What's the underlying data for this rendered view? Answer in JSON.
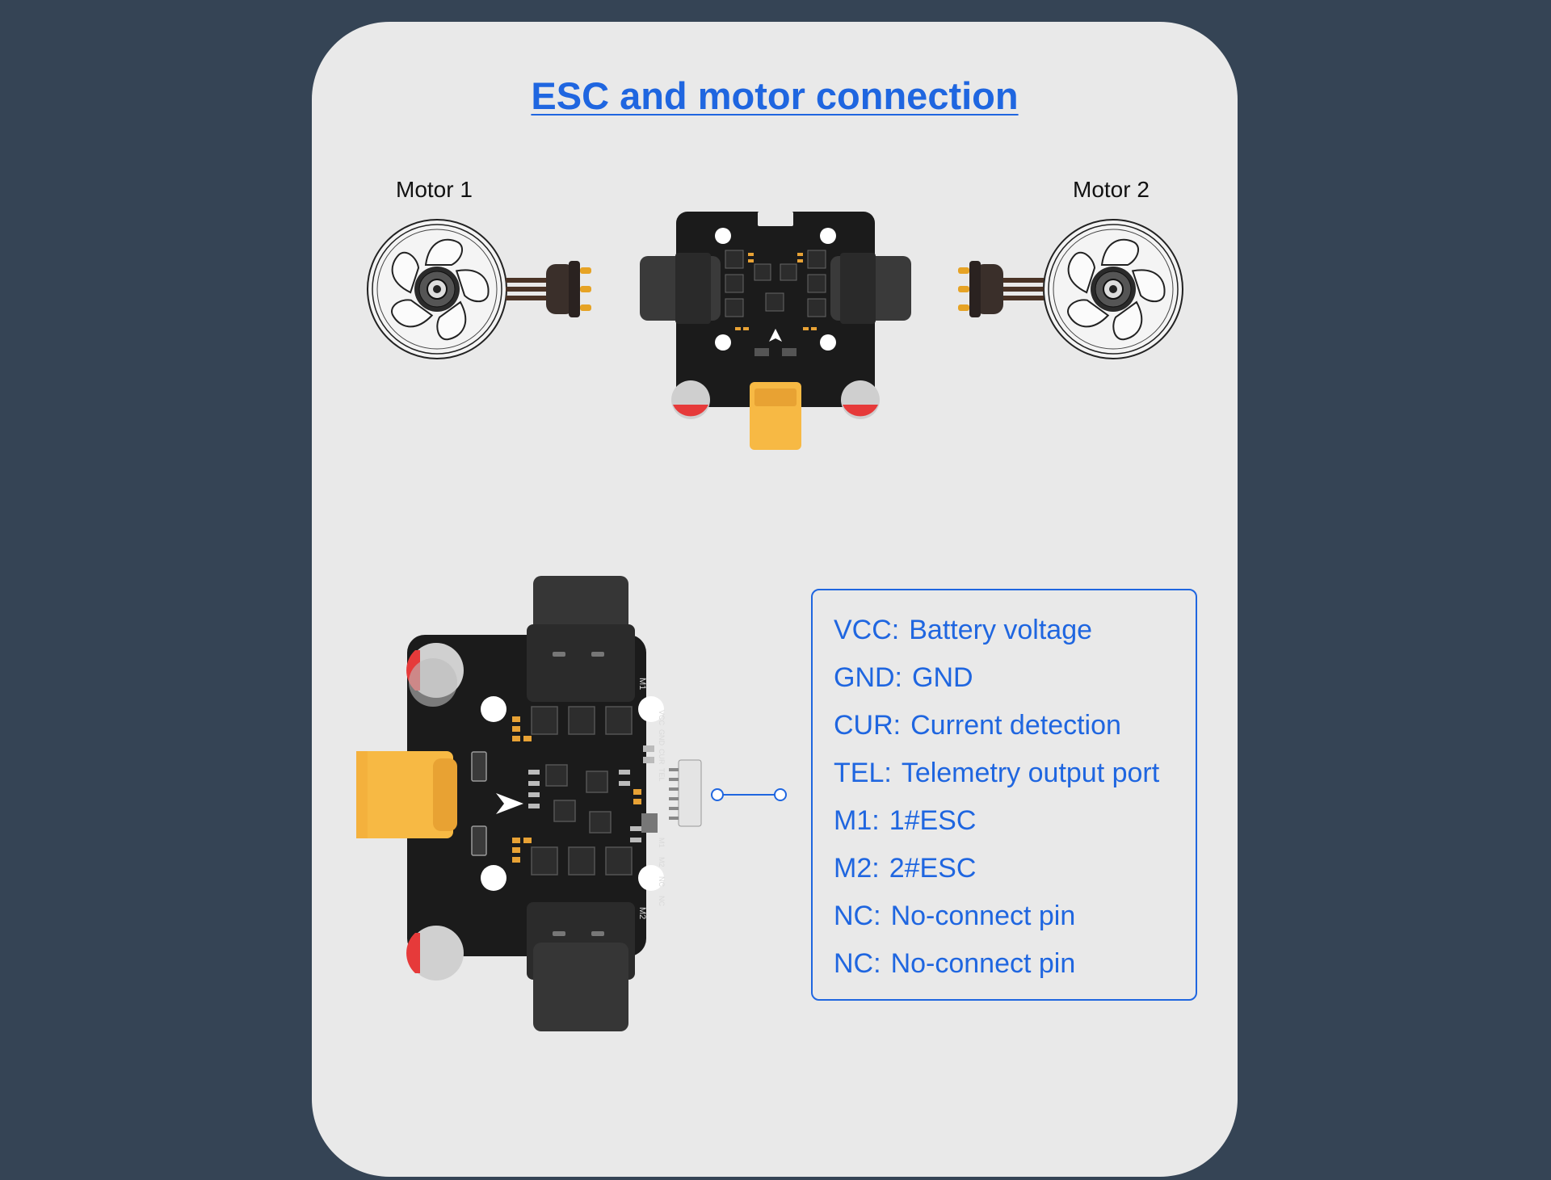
{
  "title": "ESC and motor connection",
  "motors": {
    "left_label": "Motor 1",
    "right_label": "Motor 2"
  },
  "board_silkscreen": {
    "top_pins": [
      "VCC",
      "GND",
      "CUR",
      "TEL"
    ],
    "bottom_pins": [
      "M1",
      "M2",
      "NC",
      "NC"
    ],
    "port_m1": "M1",
    "port_m2": "M2"
  },
  "legend": [
    {
      "key": "VCC:",
      "value": "Battery voltage"
    },
    {
      "key": "GND:",
      "value": "GND"
    },
    {
      "key": "CUR:",
      "value": "Current detection"
    },
    {
      "key": "TEL:",
      "value": "Telemetry output port"
    },
    {
      "key": "M1:",
      "value": "1#ESC"
    },
    {
      "key": "M2:",
      "value": "2#ESC"
    },
    {
      "key": "NC:",
      "value": "No-connect pin"
    },
    {
      "key": "NC:",
      "value": "No-connect pin"
    }
  ],
  "colors": {
    "background": "#354455",
    "card": "#e9e9e9",
    "accent_blue": "#1f66e0",
    "pcb": "#1b1b1b",
    "xt_connector": "#f7b944",
    "capacitor_red": "#e63a3a"
  }
}
